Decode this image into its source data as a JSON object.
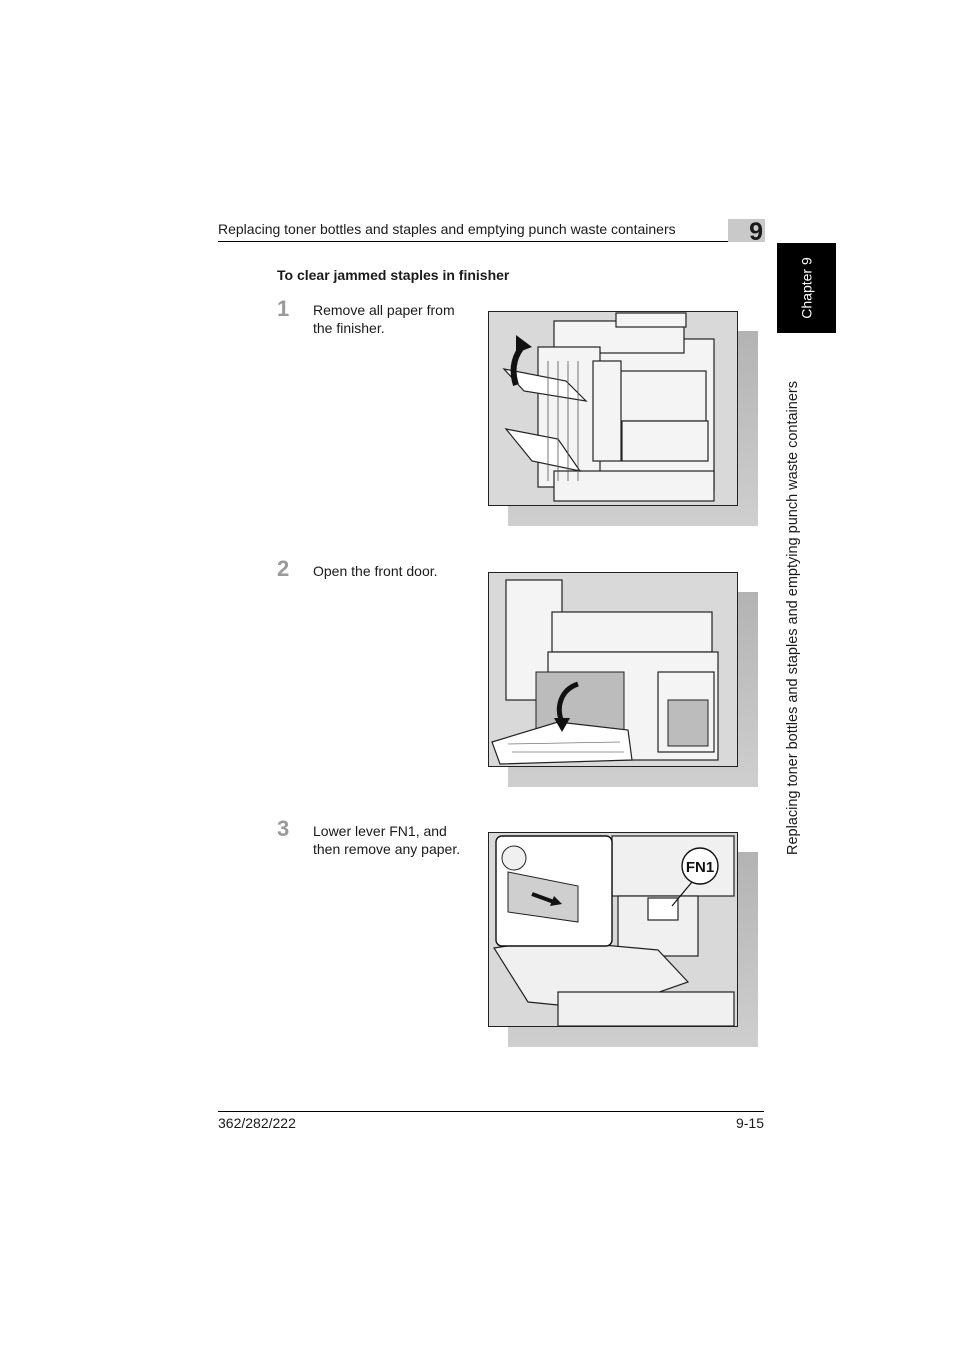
{
  "header": {
    "title": "Replacing toner bottles and staples and emptying punch waste containers",
    "chapter_number": "9"
  },
  "side_tab": {
    "chapter_label": "Chapter 9",
    "section_title": "Replacing toner bottles and staples and emptying punch waste containers"
  },
  "section": {
    "heading": "To clear jammed staples in finisher"
  },
  "steps": [
    {
      "number": "1",
      "text": "Remove all paper from the finisher."
    },
    {
      "number": "2",
      "text": "Open the front door."
    },
    {
      "number": "3",
      "text": "Lower lever FN1, and then remove any paper.",
      "callout": "FN1"
    }
  ],
  "footer": {
    "model": "362/282/222",
    "page": "9-15"
  }
}
